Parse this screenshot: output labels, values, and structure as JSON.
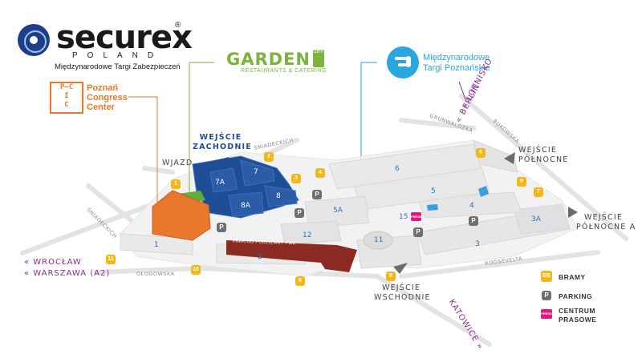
{
  "logos": {
    "securex": {
      "word": "securex",
      "registered": "®",
      "country": "POLAND",
      "caption": "Międzynarodowe Targi Zabezpieczeń"
    },
    "garden": {
      "word": "GARDEN",
      "city": "CITY",
      "caption": "RESTAURANTS & CATERING"
    },
    "mtp": {
      "line1": "Międzynarodowe",
      "line2": "Targi Poznańskie"
    },
    "pcc": {
      "mark_top": "P—C",
      "mark_mid": "I",
      "mark_bot": "C",
      "line1": "Poznań",
      "line2": "Congress",
      "line3": "Center"
    }
  },
  "roads": {
    "sniadeckich_top": "ŚNIADECKICH",
    "sniadeckich_left": "ŚNIADECKICH",
    "grunwaldzka": "GRUNWALDZKA",
    "bukowska": "BUKOWSKA",
    "glogowska": "GŁOGOWSKA",
    "roosevelta": "ROOSEVELTA",
    "parking_garage": "PARKING PODZIEMNY PWK"
  },
  "entrances": {
    "west_l1": "WEJŚCIE",
    "west_l2": "ZACHODNIE",
    "north_l1": "WEJŚCIE",
    "north_l2": "PÓŁNOCNE",
    "northA_l1": "WEJŚCIE",
    "northA_l2": "PÓŁNOCNE A",
    "east_l1": "WEJŚCIE",
    "east_l2": "WSCHODNIE",
    "driveway": "WJAZD"
  },
  "directions": {
    "airport": "« LOTNISKO",
    "berlin": "« BERLIN",
    "wroclaw": "« WROCŁAW",
    "warszawa": "« WARSZAWA (A2)",
    "katowice": "KATOWICE »"
  },
  "halls": [
    "1",
    "2",
    "3",
    "3A",
    "4",
    "5",
    "5A",
    "6",
    "7",
    "7A",
    "8",
    "8A",
    "11",
    "12",
    "15"
  ],
  "gates": [
    "1",
    "2",
    "3",
    "4",
    "5",
    "6",
    "7",
    "8",
    "9",
    "10",
    "11"
  ],
  "parking_symbol": "P",
  "press_badge": "PRESS",
  "legend": {
    "gates_icon": "BB",
    "gates_label": "BRAMY",
    "parking_icon": "P",
    "parking_label": "PARKING",
    "press_icon": "PRESS",
    "press_l1": "CENTRUM",
    "press_l2": "PRASOWE"
  },
  "colors": {
    "orange": "#e8782b",
    "green": "#7bb33b",
    "blue_hall": "#1f4e96",
    "maroon": "#8b2a22",
    "gate": "#f4b716",
    "press": "#e0197d",
    "mtp_blue": "#2aa7df",
    "direction": "#8e2a8c"
  }
}
